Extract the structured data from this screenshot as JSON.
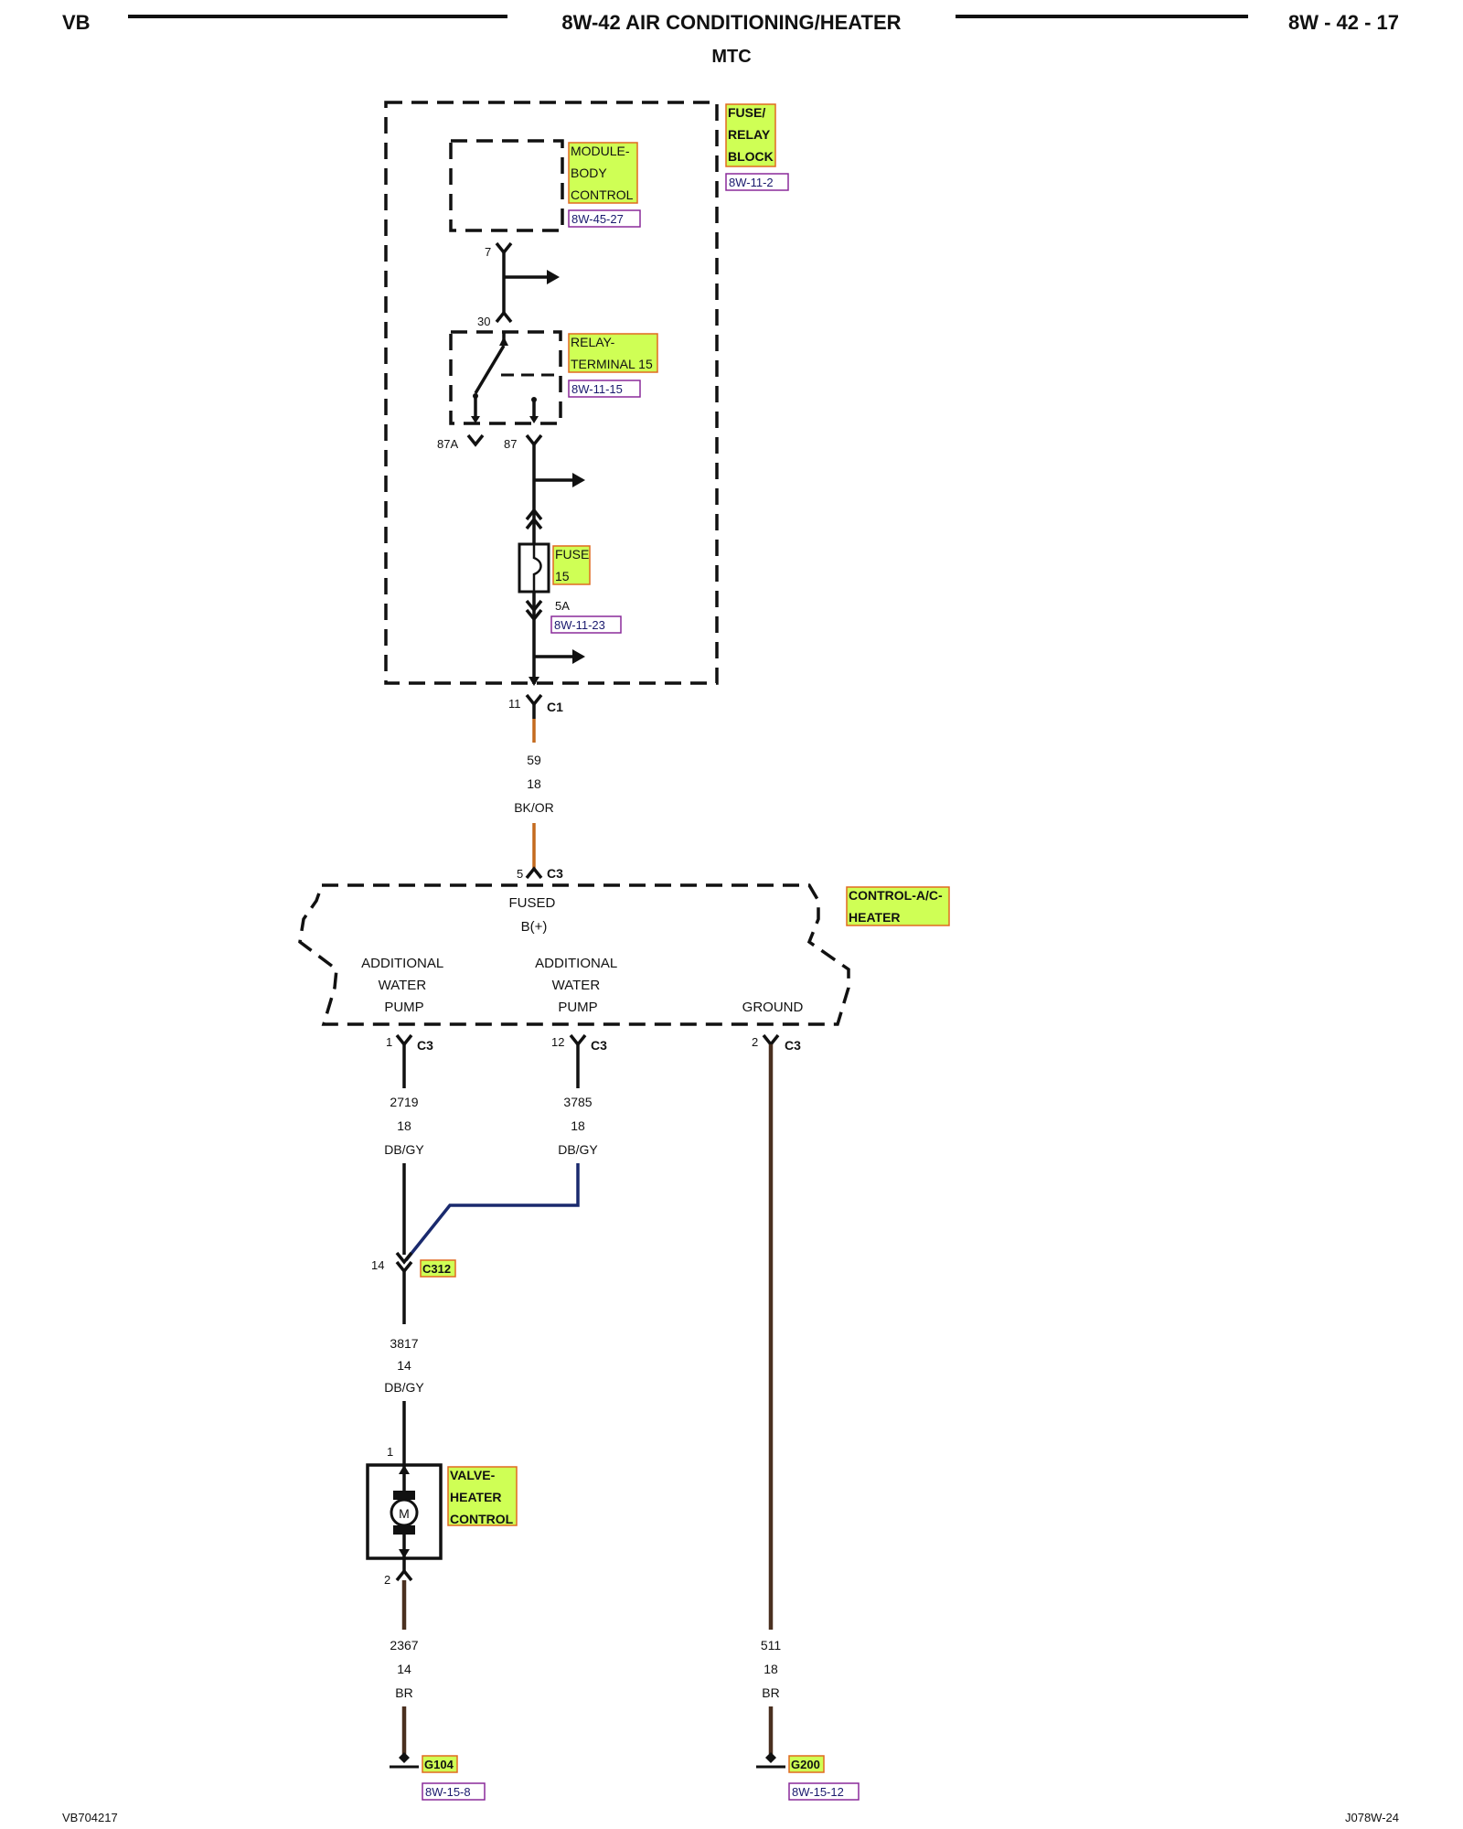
{
  "header": {
    "left": "VB",
    "title": "8W-42 AIR CONDITIONING/HEATER",
    "subtitle": "MTC",
    "page": "8W - 42 - 17"
  },
  "footer": {
    "left": "VB704217",
    "right": "J078W-24"
  },
  "components": {
    "fuse_relay_block": {
      "label": [
        "FUSE/",
        "RELAY",
        "BLOCK"
      ],
      "ref": "8W-11-2"
    },
    "module_body_control": {
      "label": [
        "MODULE-",
        "BODY",
        "CONTROL"
      ],
      "ref": "8W-45-27"
    },
    "relay_terminal_15": {
      "label": [
        "RELAY-",
        "TERMINAL 15"
      ],
      "ref": "8W-11-15"
    },
    "fuse_15": {
      "label": [
        "FUSE",
        "15"
      ],
      "rating": "5A",
      "ref": "8W-11-23"
    },
    "control_ac_heater": {
      "label": [
        "CONTROL-A/C-",
        "HEATER"
      ],
      "fused_label": [
        "FUSED",
        "B(+)"
      ],
      "pump1_label": [
        "ADDITIONAL",
        "WATER",
        "PUMP"
      ],
      "pump2_label": [
        "ADDITIONAL",
        "WATER",
        "PUMP"
      ],
      "ground_label": "GROUND"
    },
    "valve_heater_control": {
      "label": [
        "VALVE-",
        "HEATER",
        "CONTROL"
      ],
      "motor": "M"
    }
  },
  "pins": {
    "mod_7": "7",
    "relay_30": "30",
    "relay_87a": "87A",
    "relay_87": "87",
    "c1_pin": "11",
    "c1": "C1",
    "c3_top_pin": "5",
    "c3": "C3",
    "c3_p1": "1",
    "c3_p12": "12",
    "c3_p2": "2",
    "c312_pin": "14",
    "c312": "C312",
    "valve_1": "1",
    "valve_2": "2"
  },
  "wires": {
    "w59": [
      "59",
      "18",
      "BK/OR"
    ],
    "w2719": [
      "2719",
      "18",
      "DB/GY"
    ],
    "w3785": [
      "3785",
      "18",
      "DB/GY"
    ],
    "w3817": [
      "3817",
      "14",
      "DB/GY"
    ],
    "w2367": [
      "2367",
      "14",
      "BR"
    ],
    "w511": [
      "511",
      "18",
      "BR"
    ]
  },
  "grounds": {
    "g104": {
      "name": "G104",
      "ref": "8W-15-8"
    },
    "g200": {
      "name": "G200",
      "ref": "8W-15-12"
    }
  }
}
